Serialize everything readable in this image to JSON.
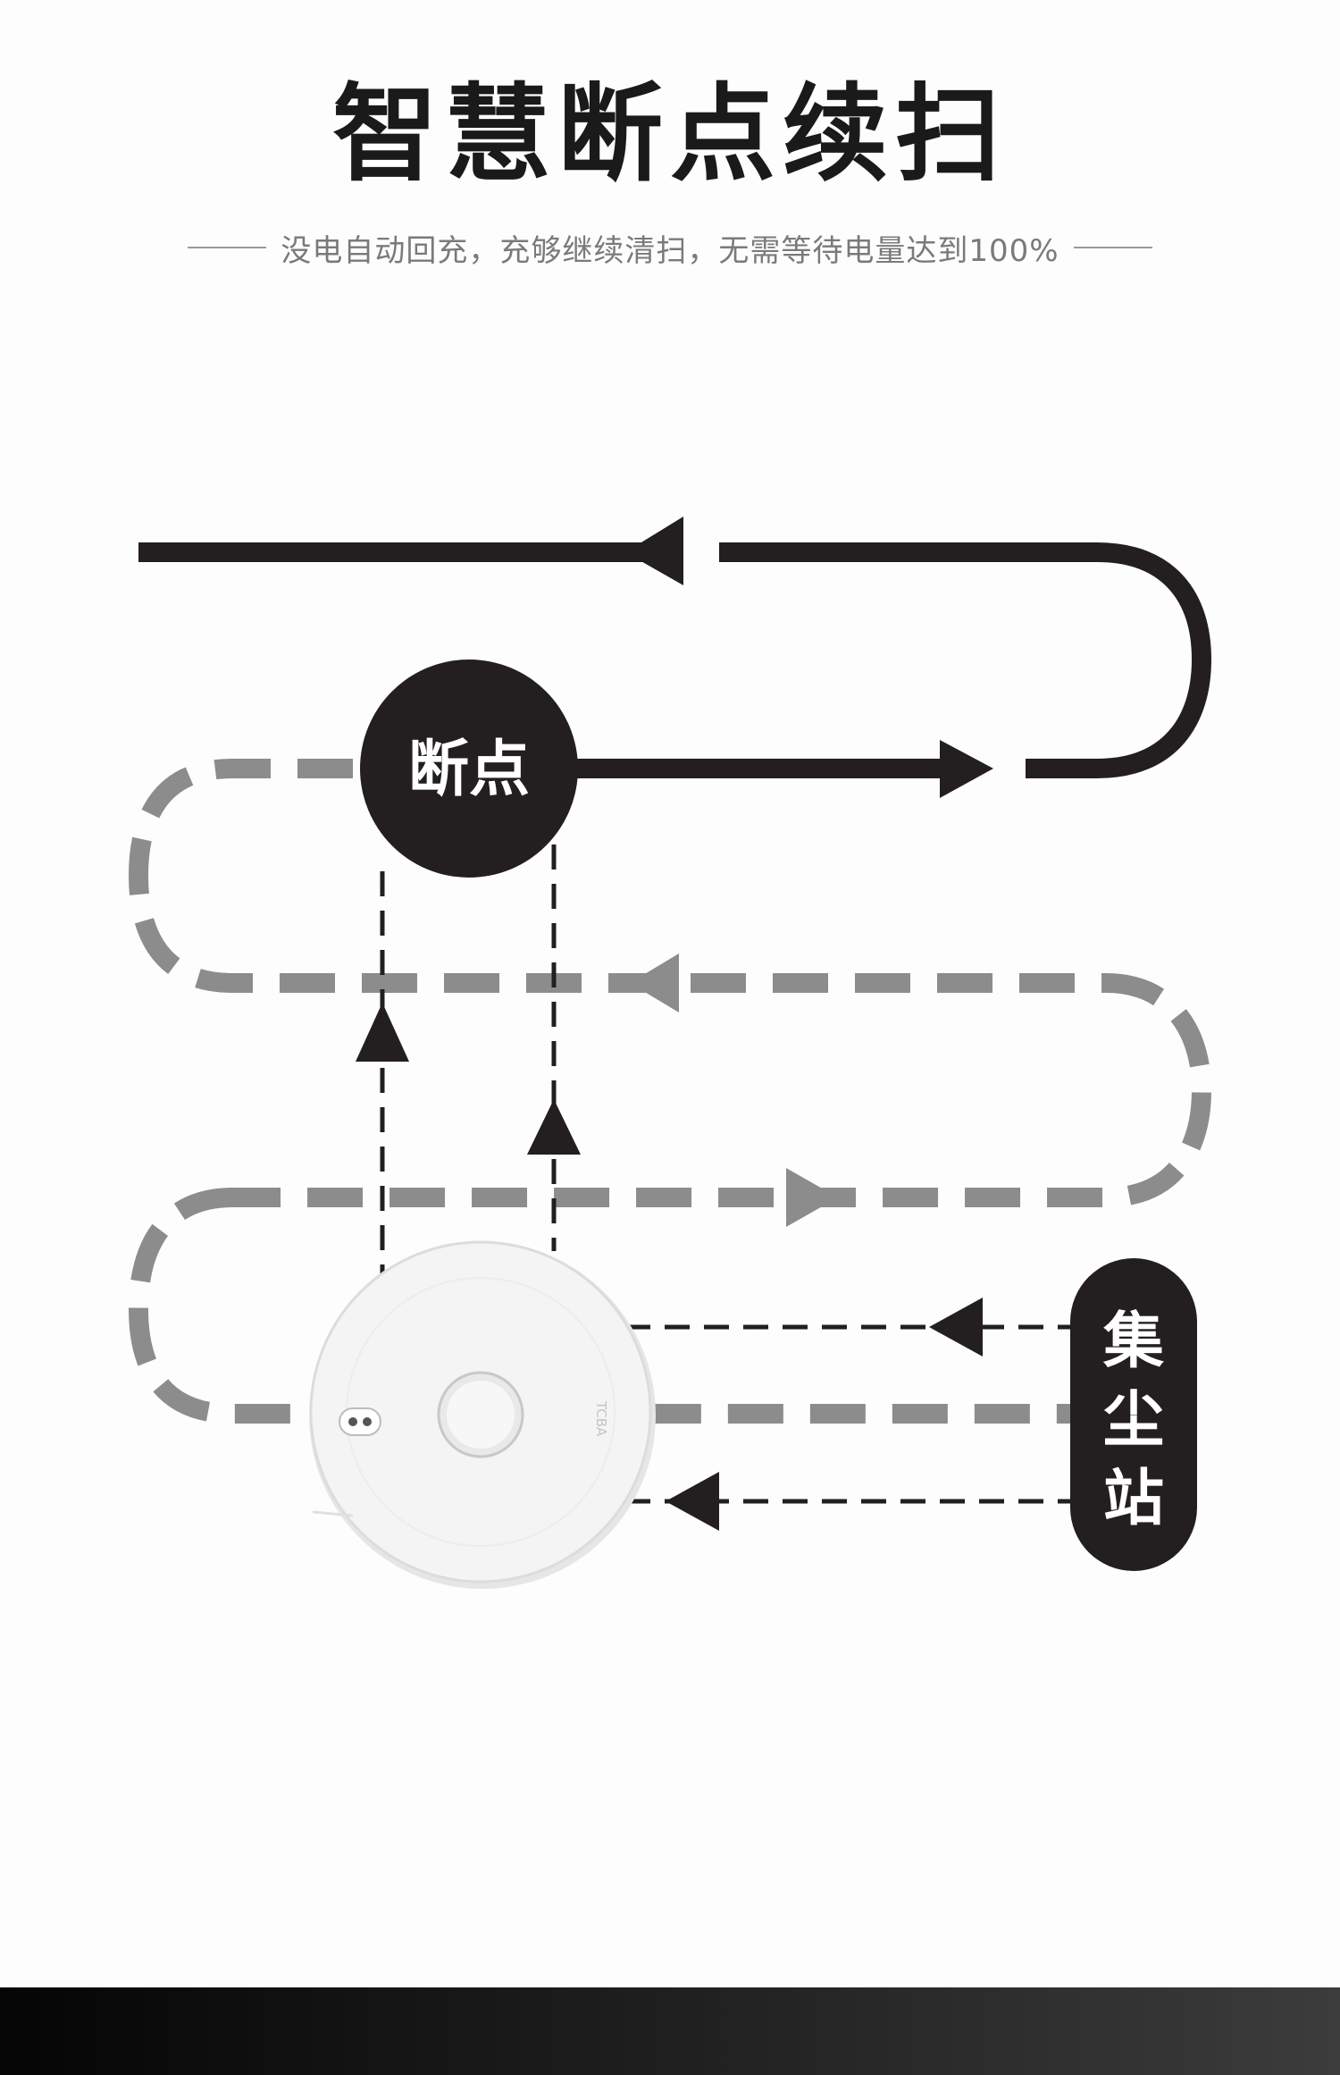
{
  "header": {
    "title": "智慧断点续扫",
    "subtitle": "没电自动回充，充够继续清扫，无需等待电量达到100%"
  },
  "diagram": {
    "breakpoint_label": "断点",
    "station_label_chars": [
      "集",
      "尘",
      "站"
    ],
    "robot_brand": "TCBA",
    "colors": {
      "completed_path": "#231f20",
      "pending_path": "#8c8c8c",
      "return_path": "#231f20",
      "label_bg": "#231f20",
      "label_text": "#ffffff"
    },
    "icons": [
      "arrow-left-icon",
      "arrow-right-icon",
      "arrow-up-icon",
      "robot-vacuum-icon"
    ]
  }
}
